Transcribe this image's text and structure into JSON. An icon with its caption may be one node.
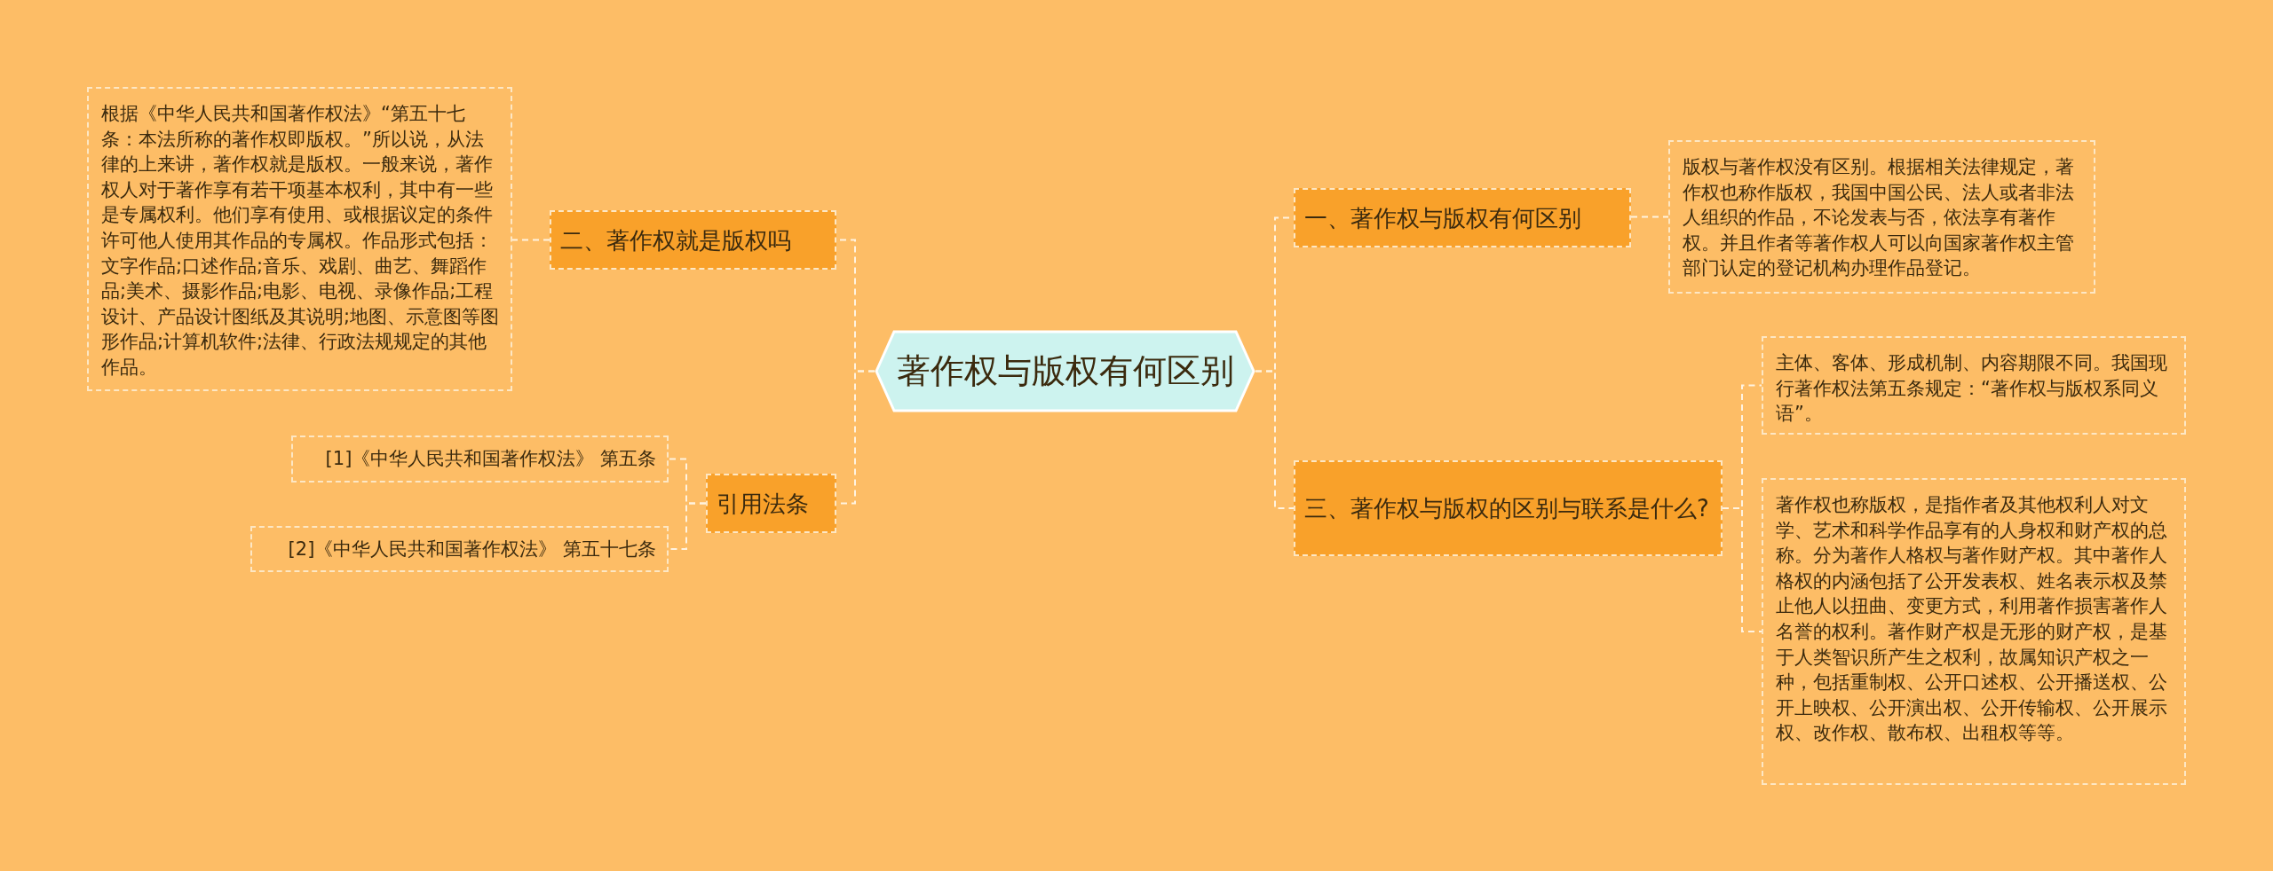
{
  "diagram": {
    "nodes": [
      {
        "text": [
          "著作权与版权有何区别"
        ]
      },
      {
        "text": [
          "二、著作权就是版权吗"
        ]
      },
      {
        "text": [
          "根据《中华人民共和国著作权法》“第五十七条：本法所称的著作权即版权。”所以说，从法律的上来讲，著作权就是版权。一般来说，著作权人对于著作享有若干项基本权利，其中有一些是专属权利。他们享有使用、或根据议定的条件许可他人使用其作品的专属权。作品形式包括：文字作品;口述作品;音乐、戏剧、曲艺、舞蹈作品;美术、摄影作品;电影、电视、录像作品;工程设计、产品设计图纸及其说明;地图、示意图等图形作品;计算机软件;法律、行政法规规定的其他作品。"
        ]
      },
      {
        "text": [
          "引用法条"
        ]
      },
      {
        "text": [
          "[1]《中华人民共和国著作权法》 第五条"
        ]
      },
      {
        "text": [
          "[2]《中华人民共和国著作权法》 第五十七条"
        ]
      },
      {
        "text": [
          "一、著作权与版权有何区别"
        ]
      },
      {
        "text": [
          "版权与著作权没有区别。根据相关法律规定，著作权也称作版权，我国中国公民、法人或者非法人组织的作品，不论发表与否，依法享有著作权。并且作者等著作权人可以向国家著作权主管部门认定的登记机构办理作品登记。"
        ]
      },
      {
        "text": [
          "三、著作权与版权的区别与联系是什么?"
        ]
      },
      {
        "text": [
          "主体、客体、形成机制、内容期限不同。我国现行著作权法第五条规定：“著作权与版权系同义语”。"
        ]
      },
      {
        "text": [
          "著作权也称版权，是指作者及其他权利人对文学、艺术和科学作品享有的人身权和财产权的总称。分为著作人格权与著作财产权。其中著作人格权的内涵包括了公开发表权、姓名表示权及禁止他人以扭曲、变更方式，利用著作损害著作人名誉的权利。著作财产权是无形的财产权，是基于人类智识所产生之权利，故属知识产权之一种，包括重制权、公开口述权、公开播送权、公开上映权、公开演出权、公开传输权、公开展示权、改作权、散布权、出租权等等。"
        ]
      }
    ],
    "edges": [
      {
        "from": 0,
        "to": 1,
        "arrow": "none",
        "style": "dashed"
      },
      {
        "from": 1,
        "to": 2,
        "arrow": "none",
        "style": "dashed"
      },
      {
        "from": 0,
        "to": 3,
        "arrow": "none",
        "style": "dashed"
      },
      {
        "from": 3,
        "to": 4,
        "arrow": "none",
        "style": "dashed"
      },
      {
        "from": 3,
        "to": 5,
        "arrow": "none",
        "style": "dashed"
      },
      {
        "from": 0,
        "to": 6,
        "arrow": "none",
        "style": "dashed"
      },
      {
        "from": 6,
        "to": 7,
        "arrow": "none",
        "style": "dashed"
      },
      {
        "from": 0,
        "to": 8,
        "arrow": "none",
        "style": "dashed"
      },
      {
        "from": 8,
        "to": 9,
        "arrow": "none",
        "style": "dashed"
      },
      {
        "from": 8,
        "to": 10,
        "arrow": "none",
        "style": "dashed"
      }
    ]
  }
}
